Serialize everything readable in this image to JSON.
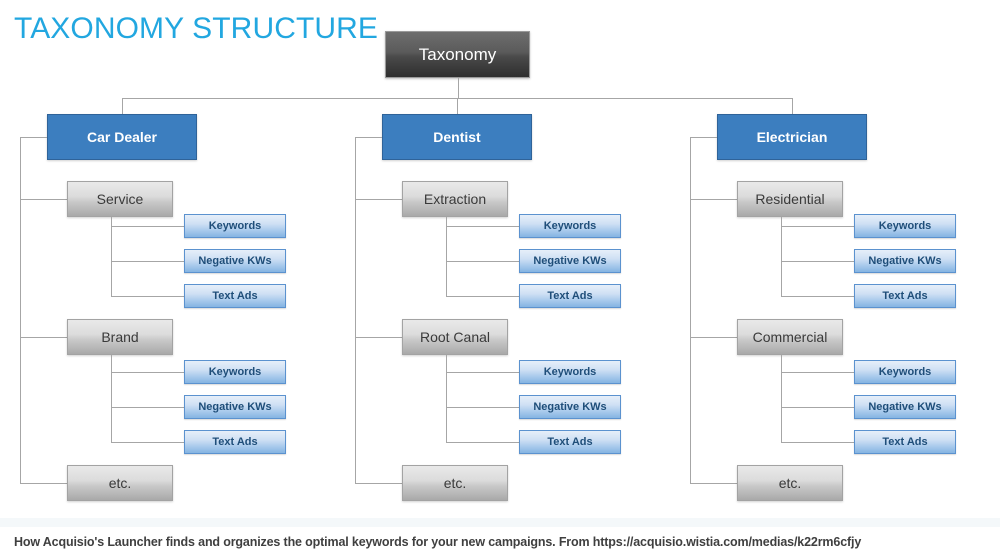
{
  "title": "TAXONOMY STRUCTURE",
  "accent_color": "#22a7e0",
  "caption": "How Acquisio's Launcher finds and organizes the optimal keywords for your new campaigns. From https://acquisio.wistia.com/medias/k22rm6cfjy",
  "diagram": {
    "root": {
      "label": "Taxonomy"
    },
    "branches": [
      {
        "label": "Car Dealer",
        "categories": [
          {
            "label": "Service",
            "leaves": [
              {
                "label": "Keywords"
              },
              {
                "label": "Negative KWs"
              },
              {
                "label": "Text Ads"
              }
            ]
          },
          {
            "label": "Brand",
            "leaves": [
              {
                "label": "Keywords"
              },
              {
                "label": "Negative KWs"
              },
              {
                "label": "Text Ads"
              }
            ]
          },
          {
            "label": "etc.",
            "leaves": []
          }
        ]
      },
      {
        "label": "Dentist",
        "categories": [
          {
            "label": "Extraction",
            "leaves": [
              {
                "label": "Keywords"
              },
              {
                "label": "Negative KWs"
              },
              {
                "label": "Text Ads"
              }
            ]
          },
          {
            "label": "Root Canal",
            "leaves": [
              {
                "label": "Keywords"
              },
              {
                "label": "Negative KWs"
              },
              {
                "label": "Text Ads"
              }
            ]
          },
          {
            "label": "etc.",
            "leaves": []
          }
        ]
      },
      {
        "label": "Electrician",
        "categories": [
          {
            "label": "Residential",
            "leaves": [
              {
                "label": "Keywords"
              },
              {
                "label": "Negative KWs"
              },
              {
                "label": "Text Ads"
              }
            ]
          },
          {
            "label": "Commercial",
            "leaves": [
              {
                "label": "Keywords"
              },
              {
                "label": "Negative KWs"
              },
              {
                "label": "Text Ads"
              }
            ]
          },
          {
            "label": "etc.",
            "leaves": []
          }
        ]
      }
    ]
  }
}
